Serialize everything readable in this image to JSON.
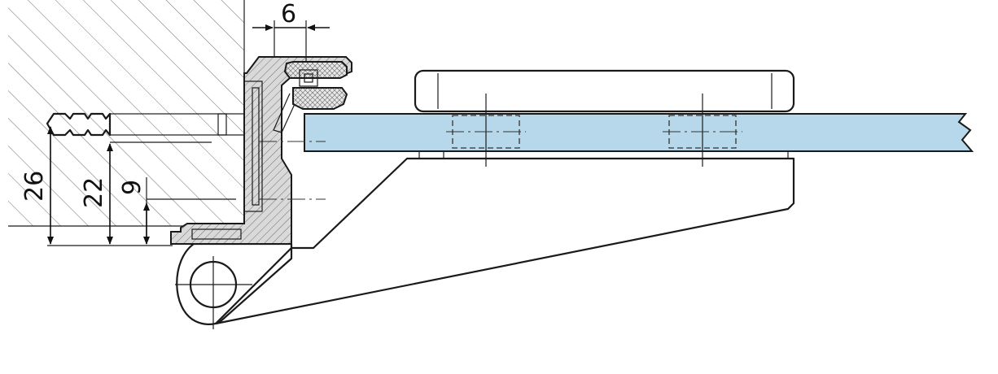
{
  "dimensions": {
    "gap_width": "6",
    "height_26": "26",
    "height_22": "22",
    "height_9": "9"
  },
  "colors": {
    "glass": "#b7d8ea",
    "line": "#1a1a1a",
    "wall_hatch": "#6d6d6d",
    "metal_section": "#d9d9d9"
  }
}
